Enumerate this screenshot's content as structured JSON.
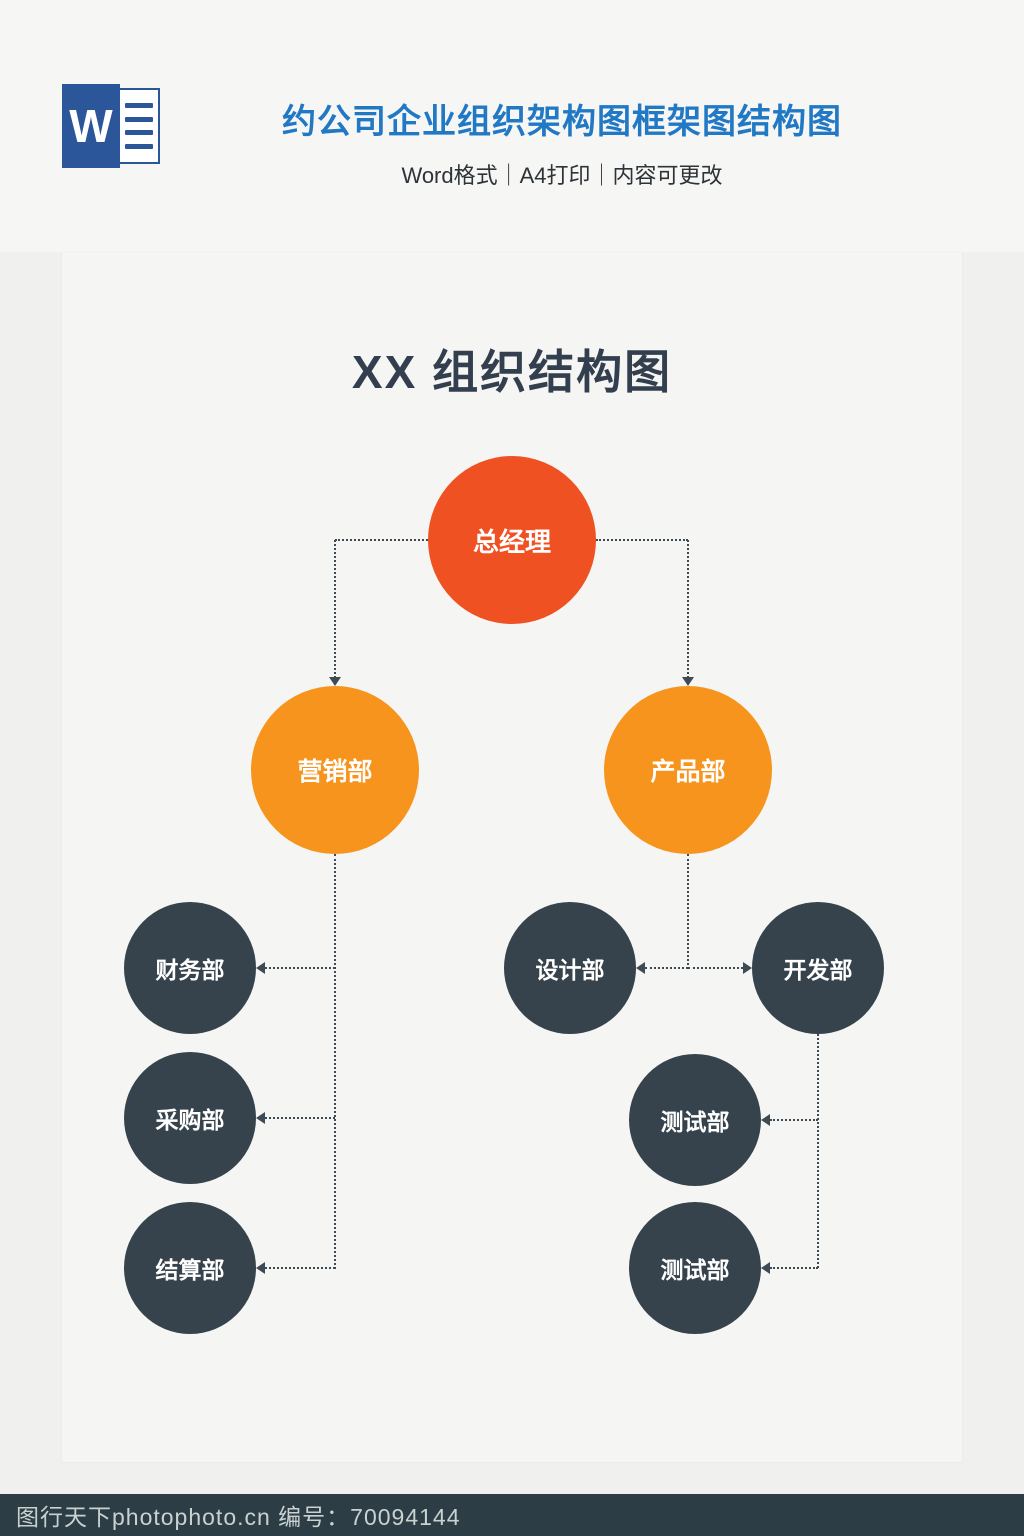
{
  "header": {
    "word_letter": "W",
    "title": "约公司企业组织架构图框架图结构图",
    "subtitle": "Word格式｜A4打印｜内容可更改",
    "title_color": "#2178c4"
  },
  "chart": {
    "title": "XX 组织结构图",
    "colors": {
      "root_circle": "#f05123",
      "level2_circle": "#f7941e",
      "level3_circle": "#36434c",
      "connector": "#3e4a54",
      "label_text": "#ffffff"
    },
    "nodes": {
      "root": {
        "label": "总经理",
        "level": 1
      },
      "marketing": {
        "label": "营销部",
        "level": 2
      },
      "product": {
        "label": "产品部",
        "level": 2
      },
      "finance": {
        "label": "财务部",
        "level": 3
      },
      "purchasing": {
        "label": "采购部",
        "level": 3
      },
      "settlement": {
        "label": "结算部",
        "level": 3
      },
      "design": {
        "label": "设计部",
        "level": 3
      },
      "development": {
        "label": "开发部",
        "level": 3
      },
      "testing1": {
        "label": "测试部",
        "level": 3
      },
      "testing2": {
        "label": "测试部",
        "level": 3
      }
    },
    "edges": [
      {
        "from": "总经理",
        "to": "营销部"
      },
      {
        "from": "总经理",
        "to": "产品部"
      },
      {
        "from": "营销部",
        "to": "财务部"
      },
      {
        "from": "营销部",
        "to": "采购部"
      },
      {
        "from": "营销部",
        "to": "结算部"
      },
      {
        "from": "产品部",
        "to": "设计部"
      },
      {
        "from": "产品部",
        "to": "开发部"
      },
      {
        "from": "开发部",
        "to": "测试部"
      },
      {
        "from": "开发部",
        "to": "测试部"
      }
    ]
  },
  "footer": {
    "text": "图行天下photophoto.cn 编号：70094144"
  }
}
